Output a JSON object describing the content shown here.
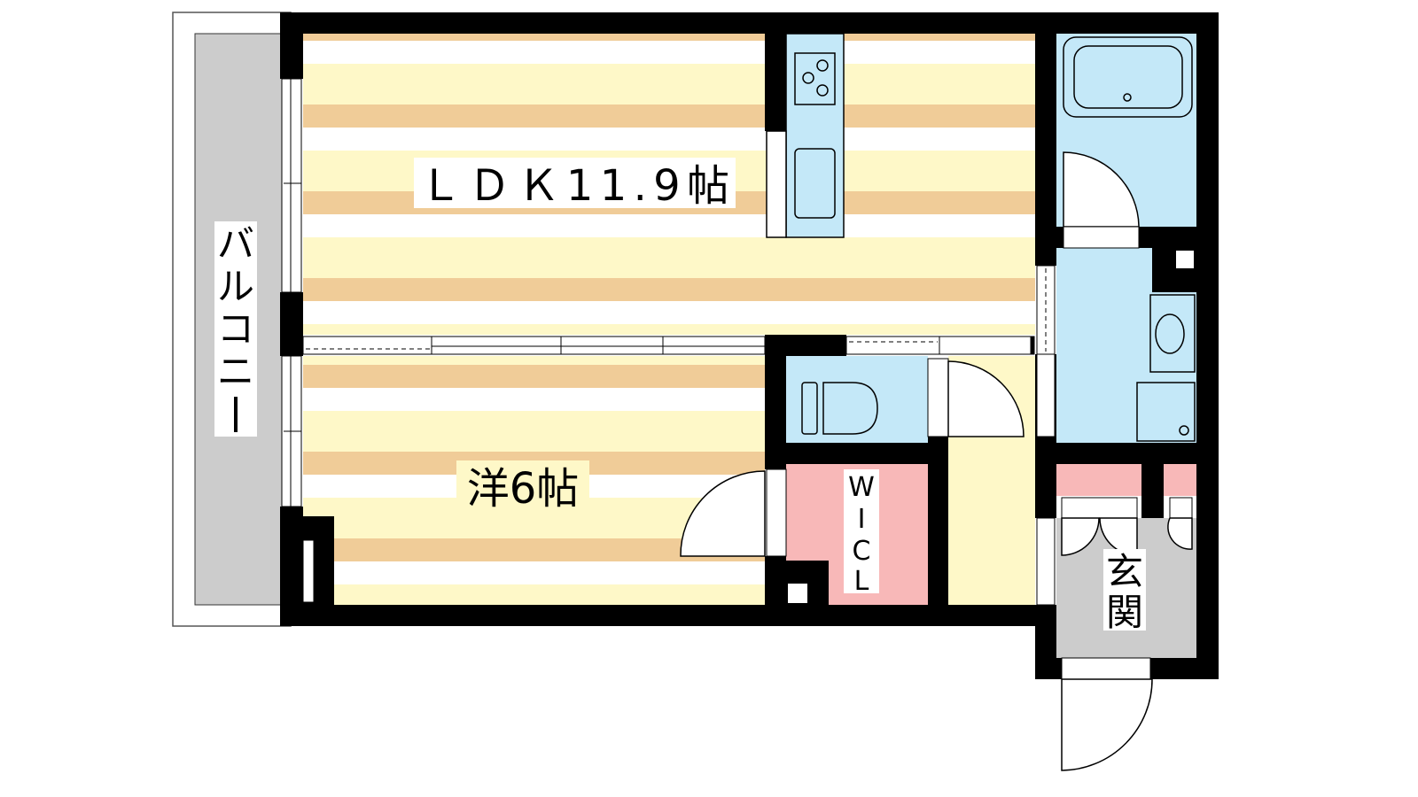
{
  "rooms": {
    "ldk": {
      "label": "ＬＤＫ11.9帖"
    },
    "western": {
      "label": "洋6帖"
    },
    "wic": {
      "letters": [
        "W",
        "I",
        "C",
        "L"
      ]
    },
    "entrance": {
      "letters": [
        "玄",
        "関"
      ]
    },
    "balcony": {
      "letters": [
        "バ",
        "ル",
        "コ",
        "ニ",
        "ー"
      ]
    }
  },
  "colors": {
    "wall": "#000000",
    "floor_orange": "#f0cc98",
    "floor_yellow": "#fef8c8",
    "wet_area": "#c4e8f8",
    "closet": "#f8b8b8",
    "balcony": "#cccccc",
    "entrance": "#cccccc"
  }
}
